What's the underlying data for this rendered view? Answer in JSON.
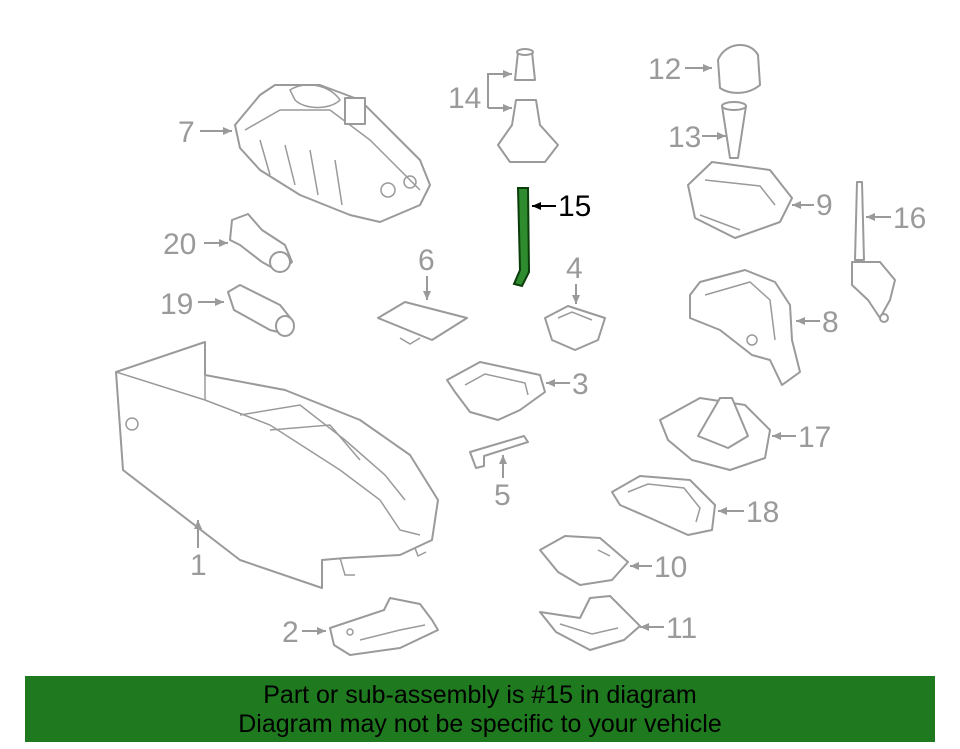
{
  "labels": {
    "p1": "1",
    "p2": "2",
    "p3": "3",
    "p4": "4",
    "p5": "5",
    "p6": "6",
    "p7": "7",
    "p8": "8",
    "p9": "9",
    "p10": "10",
    "p11": "11",
    "p12": "12",
    "p13": "13",
    "p14": "14",
    "p15": "15",
    "p16": "16",
    "p17": "17",
    "p18": "18",
    "p19": "19",
    "p20": "20"
  },
  "banner": {
    "line1": "Part or sub-assembly is #15 in diagram",
    "line2": "Diagram may not be specific to your vehicle",
    "color": "#1f7a1f"
  },
  "colors": {
    "line": "#9a9a9a",
    "highlight_part": "#1f7a1f"
  }
}
